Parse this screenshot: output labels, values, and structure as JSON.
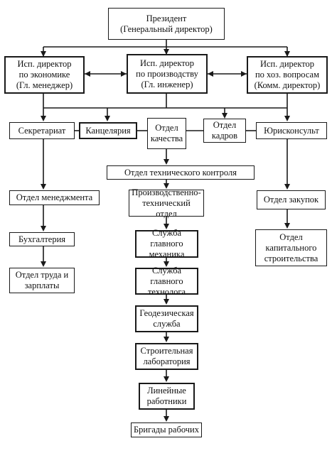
{
  "org_chart": {
    "president": "Президент\n(Генеральный директор)",
    "directors": {
      "economics": "Исп. директор\nпо экономике\n(Гл. менеджер)",
      "production": "Исп. директор\nпо производству\n(Гл. инженер)",
      "household": "Исп. директор\nпо хоз. вопросам\n(Комм. директор)"
    },
    "staff_units": {
      "secretariat": "Секретариат",
      "chancellery": "Канцелярия",
      "quality_dept": "Отдел\nкачества",
      "hr_dept": "Отдел\nкадров",
      "legal_counsel": "Юрисконсульт"
    },
    "tech_control_dept": "Отдел технического контроля",
    "left_column": {
      "management_dept": "Отдел менеджмента",
      "accounting": "Бухгалтерия",
      "labor_wages_dept": "Отдел труда и\nзарплаты"
    },
    "center_column": {
      "production_tech_dept": "Производственно-\nтехнический отдел",
      "chief_mechanic_service": "Служба главного\nмеханика",
      "chief_technologist_service": "Служба главного\nтехнолога",
      "geodetic_service": "Геодезическая\nслужба",
      "construction_lab": "Строительная\nлаборатория",
      "line_workers": "Линейные\nработники",
      "worker_teams": "Бригады рабочих"
    },
    "right_column": {
      "procurement_dept": "Отдел закупок",
      "capital_construction_dept": "Отдел\nкапитального\nстроительства"
    }
  }
}
